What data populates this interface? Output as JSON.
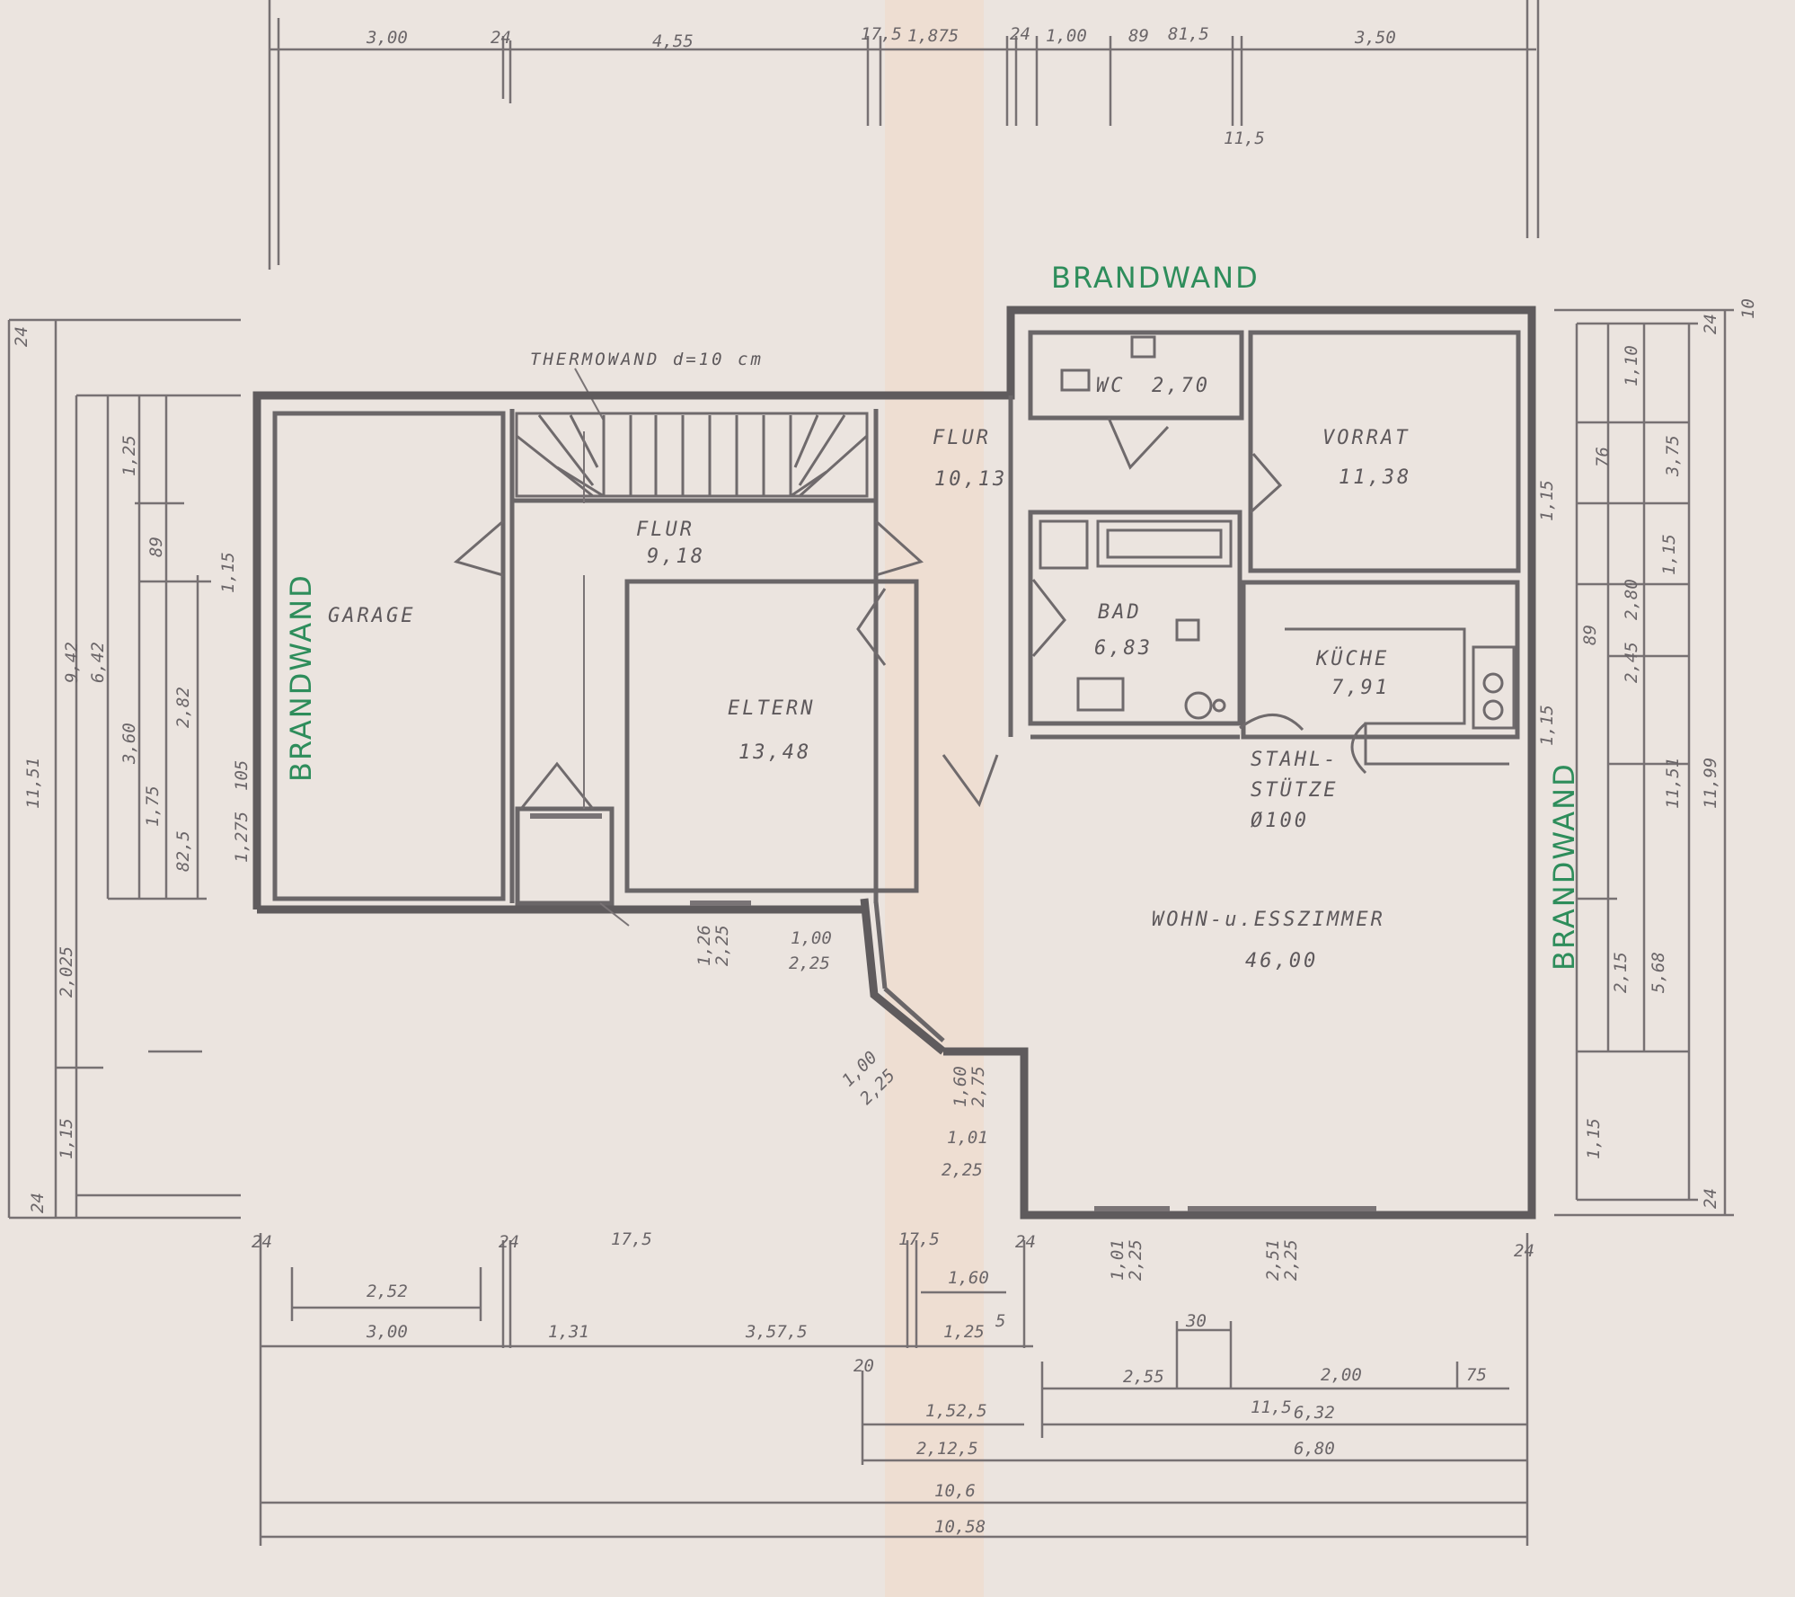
{
  "labels": {
    "brandwand_top": "BRANDWAND",
    "brandwand_left": "BRANDWAND",
    "brandwand_right": "BRANDWAND",
    "thermowand": "THERMOWAND d=10 cm",
    "stahlstuetze": [
      "STAHL-",
      "STÜTZE",
      "Ø100"
    ]
  },
  "rooms": [
    {
      "id": "garage",
      "name": "GARAGE",
      "area": ""
    },
    {
      "id": "flur1",
      "name": "FLUR",
      "area": "9,18"
    },
    {
      "id": "flur2",
      "name": "FLUR",
      "area": "10,13"
    },
    {
      "id": "wc",
      "name": "WC",
      "area": "2,70"
    },
    {
      "id": "vorrat",
      "name": "VORRAT",
      "area": "11,38"
    },
    {
      "id": "bad",
      "name": "BAD",
      "area": "6,83"
    },
    {
      "id": "kueche",
      "name": "KÜCHE",
      "area": "7,91"
    },
    {
      "id": "eltern",
      "name": "ELTERN",
      "area": "13,48"
    },
    {
      "id": "wohn",
      "name": "WOHN-u.ESSZIMMER",
      "area": "46,00"
    }
  ],
  "dimensions": {
    "top": [
      "3,00",
      "24",
      "4,55",
      "17,5",
      "1,875",
      "24",
      "1,00",
      "89",
      "81,5",
      "3,50",
      "11,5"
    ],
    "left": [
      "24",
      "1,25",
      "89",
      "3,60",
      "2,82",
      "1,75",
      "9,42",
      "6,42",
      "11,51",
      "2,025",
      "1,15",
      "24",
      "82,5",
      "105",
      "1,275",
      "1,15"
    ],
    "right": [
      "24",
      "1,10",
      "1,15",
      "76",
      "3,75",
      "1,15",
      "2,80",
      "89",
      "2,45",
      "1,15",
      "11,51",
      "11,99",
      "2,15",
      "5,68",
      "1,15",
      "24",
      "10"
    ],
    "bottom": [
      "24",
      "24",
      "17,5",
      "17,5",
      "24",
      "24",
      "2,52",
      "3,00",
      "1,31",
      "3,57,5",
      "1,60",
      "1,25",
      "5",
      "20",
      "30",
      "2,55",
      "2,00",
      "75",
      "11,5",
      "6,32",
      "1,52,5",
      "2,12,5",
      "6,80",
      "10,6",
      "10,58"
    ],
    "openings": [
      "1,26",
      "2,25",
      "1,00",
      "2,25",
      "1,00",
      "2,25",
      "1,01",
      "2,25",
      "1,01",
      "2,25",
      "2,51",
      "2,25",
      "1,60",
      "2,75"
    ]
  }
}
